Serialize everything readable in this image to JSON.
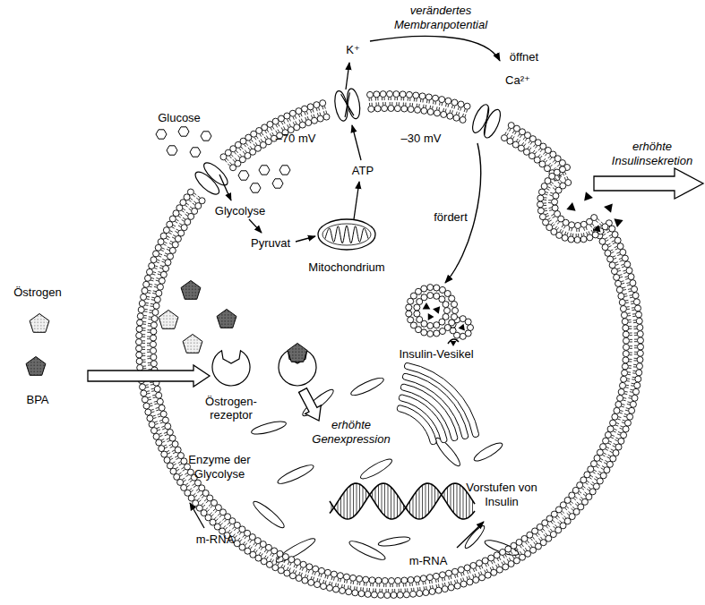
{
  "diagram": {
    "nodes": [
      {
        "text": [
          "Mitochondrium"
        ]
      },
      {
        "text": [
          "Östrogen- rezeptor"
        ]
      },
      {
        "text": [
          "Insulin-Vesikel"
        ]
      }
    ],
    "labels": [
      "verändertes Membranpotential",
      "K⁺",
      "öffnet",
      "Ca²⁺",
      "Glucose",
      "–70 mV",
      "–30 mV",
      "erhöhte Insulinsekretion",
      "Glycolyse",
      "ATP",
      "fördert",
      "Pyruvat",
      "Östrogen",
      "BPA",
      "erhöhte Genexpression",
      "Enzyme der Glycolyse",
      "Vorstufen von Insulin",
      "m-RNA",
      "m-RNA"
    ]
  }
}
